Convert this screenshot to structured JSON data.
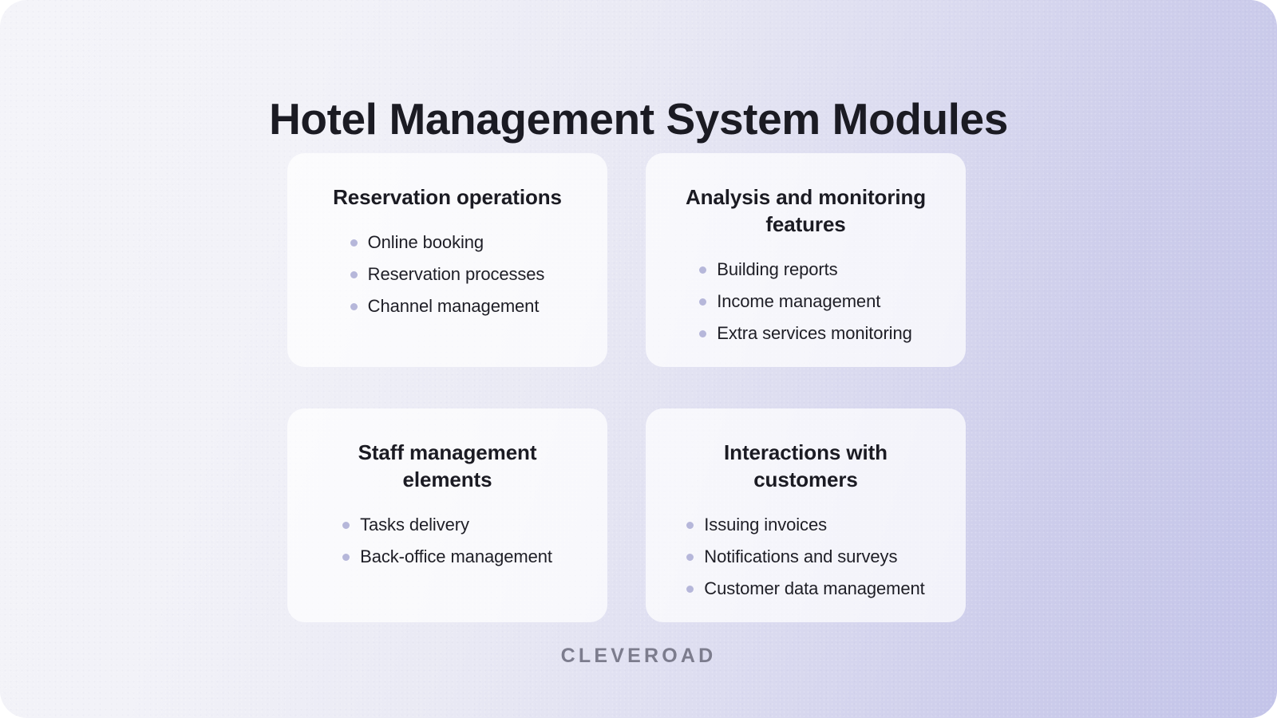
{
  "page": {
    "title": "Hotel Management System Modules",
    "footer_logo": "CLEVEROAD",
    "colors": {
      "background_start": "#f4f4f9",
      "background_end": "#c3c4e9",
      "card_background": "#f5f5fa",
      "title_text": "#1b1b23",
      "body_text": "#1e1e26",
      "bullet_dot": "#b6b7da",
      "footer_text": "#7c7c8d"
    }
  },
  "cards": [
    {
      "title": "Reservation operations",
      "bullets": [
        "Online booking",
        "Reservation processes",
        "Channel management"
      ]
    },
    {
      "title": "Analysis and monitoring features",
      "bullets": [
        "Building reports",
        "Income management",
        "Extra services monitoring"
      ]
    },
    {
      "title": "Staff management elements",
      "bullets": [
        "Tasks delivery",
        "Back-office management"
      ]
    },
    {
      "title": "Interactions with customers",
      "bullets": [
        "Issuing invoices",
        "Notifications and surveys",
        "Customer data management"
      ]
    }
  ]
}
